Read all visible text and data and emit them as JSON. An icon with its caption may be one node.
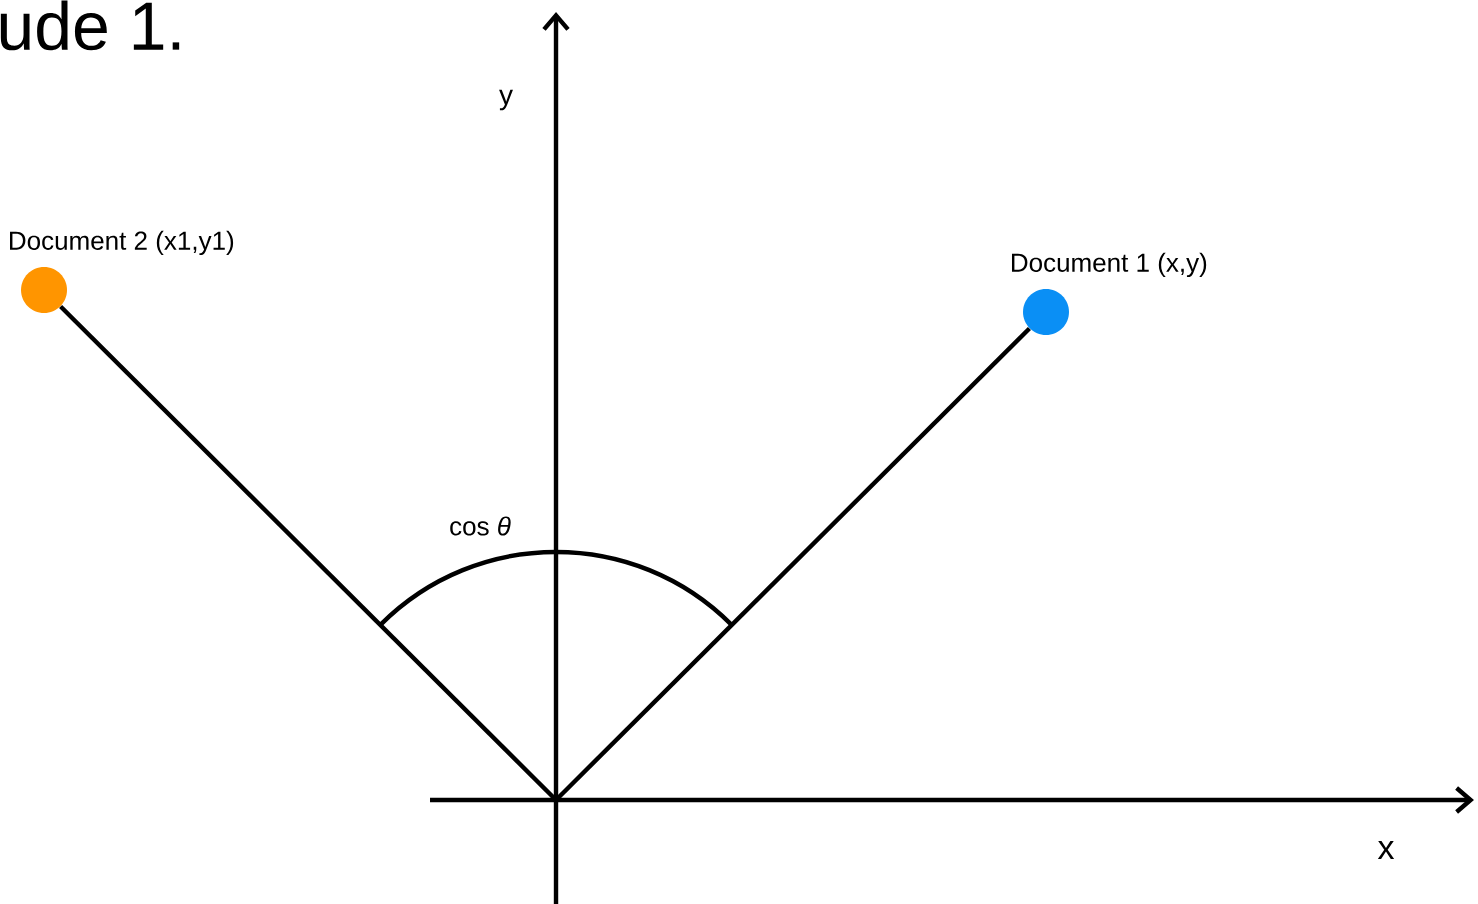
{
  "diagram": {
    "nodes": [
      {
        "text": [
          "Document 2 (x1,y1)"
        ]
      },
      {
        "text": [
          "Document 1 (x,y)"
        ]
      }
    ],
    "edges": [
      {
        "from": 0,
        "to": null,
        "arrow": "none"
      },
      {
        "from": 1,
        "to": null,
        "arrow": "none"
      }
    ],
    "labels": [
      "ude 1.",
      "y",
      "cos *θ*",
      "x"
    ]
  }
}
